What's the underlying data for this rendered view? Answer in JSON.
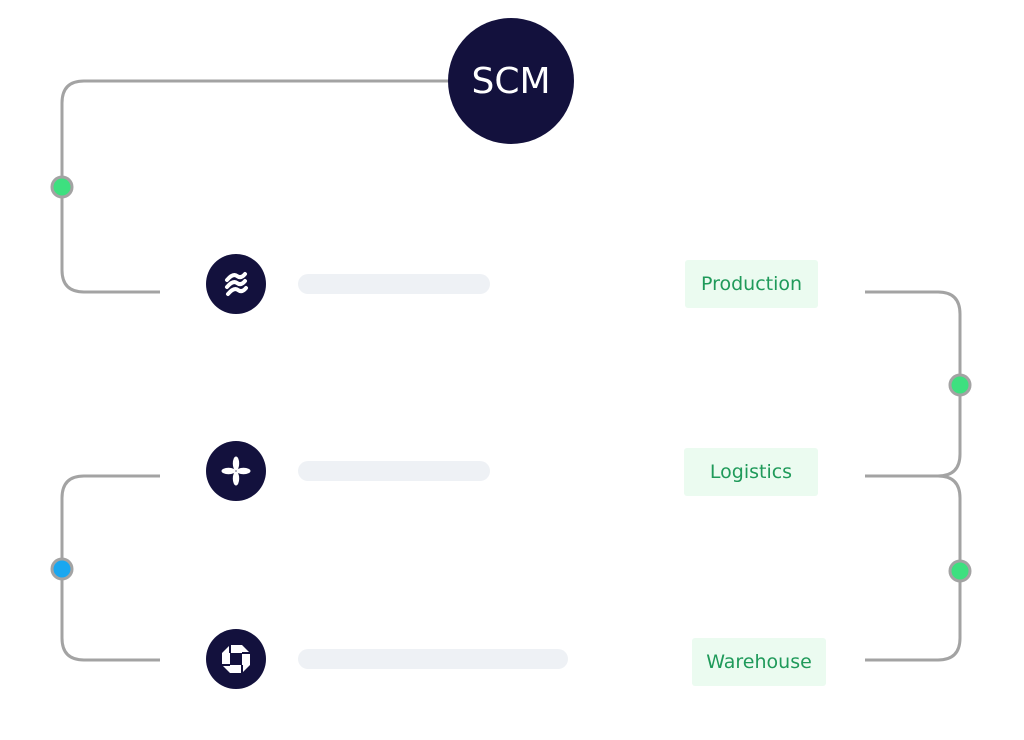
{
  "hub": {
    "label": "SCM"
  },
  "entities": [
    {
      "icon": "waves-logo-icon"
    },
    {
      "icon": "four-petal-star-icon"
    },
    {
      "icon": "octagon-shutter-icon"
    }
  ],
  "tags": [
    "Production",
    "Logistics",
    "Warehouse"
  ],
  "colors": {
    "navy": "#13113d",
    "line": "#a3a3a3",
    "dot_green": "#3de07f",
    "dot_blue": "#1aa7f0",
    "tag_bg": "#ebfbf0",
    "tag_text": "#1f9a5a"
  }
}
